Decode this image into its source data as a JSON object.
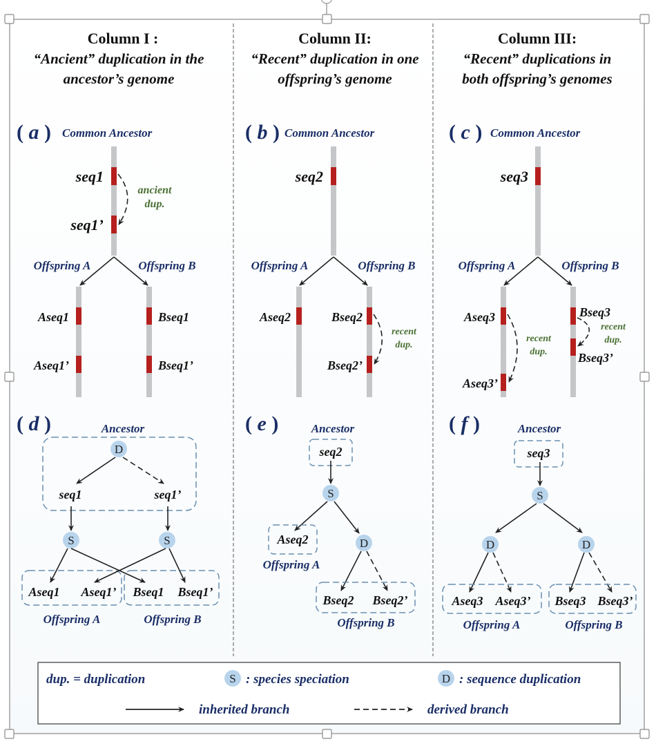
{
  "columns": [
    {
      "heading": "Column I :",
      "sub1": "“Ancient” duplication in the",
      "sub2": "ancestor’s genome"
    },
    {
      "heading": "Column II:",
      "sub1": "“Recent” duplication in one",
      "sub2": "offspring’s genome"
    },
    {
      "heading": "Column III:",
      "sub1": "“Recent” duplications in",
      "sub2": "both offspring’s genomes"
    }
  ],
  "panels": {
    "a": {
      "label": "a",
      "ancestor": "Common Ancestor",
      "seqs": [
        "seq1",
        "seq1’"
      ],
      "dup_note": [
        "ancient",
        "dup."
      ],
      "offA": "Offspring A",
      "offB": "Offspring B",
      "A_seqs": [
        "Aseq1",
        "Aseq1’"
      ],
      "B_seqs": [
        "Bseq1",
        "Bseq1’"
      ]
    },
    "b": {
      "label": "b",
      "ancestor": "Common Ancestor",
      "seqs": [
        "seq2"
      ],
      "offA": "Offspring A",
      "offB": "Offspring B",
      "A_seqs": [
        "Aseq2"
      ],
      "B_seqs": [
        "Bseq2",
        "Bseq2’"
      ],
      "dup_note": [
        "recent",
        "dup."
      ]
    },
    "c": {
      "label": "c",
      "ancestor": "Common Ancestor",
      "seqs": [
        "seq3"
      ],
      "offA": "Offspring A",
      "offB": "Offspring B",
      "A_seqs": [
        "Aseq3",
        "Aseq3’"
      ],
      "B_seqs": [
        "Bseq3",
        "Bseq3’"
      ],
      "dup_noteA": [
        "recent",
        "dup."
      ],
      "dup_noteB": [
        "recent",
        "dup."
      ]
    },
    "d": {
      "label": "d",
      "ancestor": "Ancestor",
      "root": "D",
      "mid": [
        "seq1",
        "seq1’"
      ],
      "spec": [
        "S",
        "S"
      ],
      "leavesA": [
        "Aseq1",
        "Aseq1’"
      ],
      "leavesB": [
        "Bseq1",
        "Bseq1’"
      ],
      "offA": "Offspring A",
      "offB": "Offspring B"
    },
    "e": {
      "label": "e",
      "ancestor": "Ancestor",
      "root_seq": "seq2",
      "spec": "S",
      "dupnode": "D",
      "leafA": "Aseq2",
      "leavesB": [
        "Bseq2",
        "Bseq2’"
      ],
      "offA": "Offspring A",
      "offB": "Offspring B"
    },
    "f": {
      "label": "f",
      "ancestor": "Ancestor",
      "root_seq": "seq3",
      "spec": "S",
      "dupnodes": [
        "D",
        "D"
      ],
      "leavesA": [
        "Aseq3",
        "Aseq3’"
      ],
      "leavesB": [
        "Bseq3",
        "Bseq3’"
      ],
      "offA": "Offspring A",
      "offB": "Offspring B"
    }
  },
  "legend": {
    "dup": "dup. = duplication",
    "s_node": "S",
    "s_text": ": species speciation",
    "d_node": "D",
    "d_text": ": sequence duplication",
    "inherited": "inherited branch",
    "derived": "derived branch"
  },
  "colors": {
    "chromosome": "#c4c6c8",
    "gene": "#b5201e",
    "node": "#b8d4ec",
    "navy": "#1a2e66",
    "green": "#4a7033",
    "box": "#6a8fb0"
  }
}
